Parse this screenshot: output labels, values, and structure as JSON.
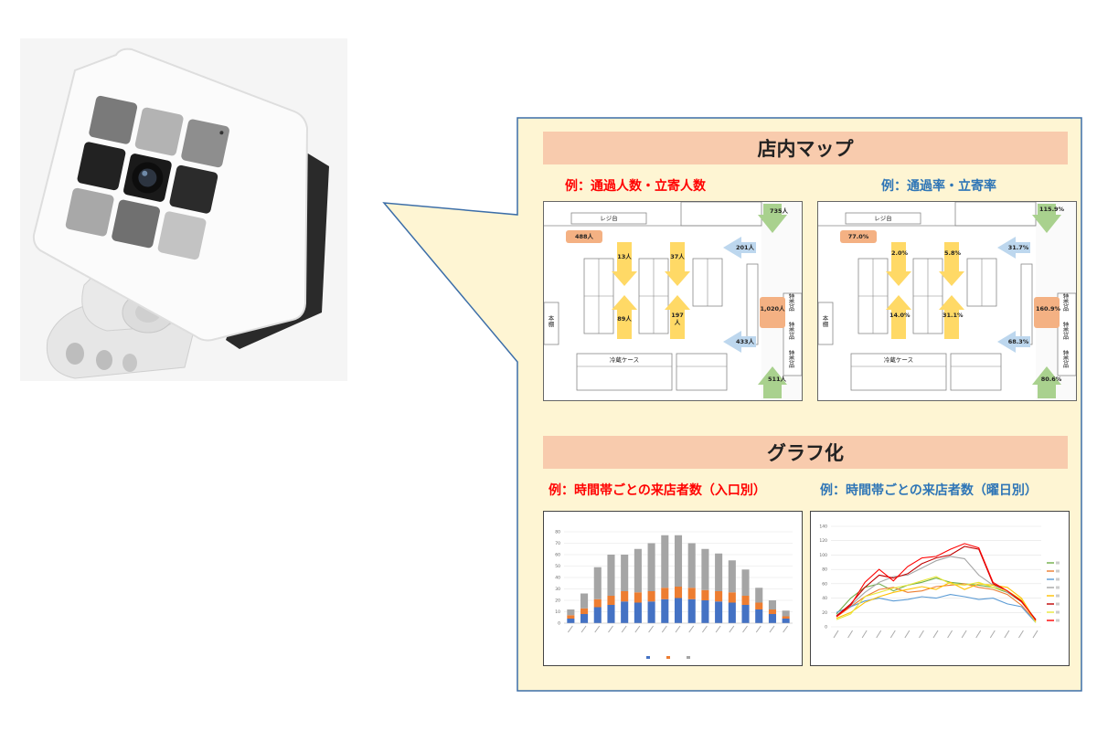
{
  "sections": {
    "map": {
      "title": "店内マップ",
      "left_subtitle": "例：通過人数・立寄人数",
      "right_subtitle": "例：通過率・立寄率"
    },
    "graph": {
      "title": "グラフ化",
      "left_subtitle": "例：時間帯ごとの来店者数（入口別）",
      "right_subtitle": "例：時間帯ごとの来店者数（曜日別）"
    }
  },
  "map_labels": {
    "register": "レジ台",
    "fridge": "冷蔵ケース",
    "bookshelf": "本棚",
    "special": "特売品"
  },
  "map_counts": {
    "entrance_top": "735人",
    "entrance_bottom": "511人",
    "side_box": "1,020人",
    "pink_top": "488人",
    "in_top": "201人",
    "in_bottom": "433人",
    "down_left": "13人",
    "down_right": "37人",
    "up_left": "89人",
    "up_right": "197人"
  },
  "map_rates": {
    "entrance_top": "115.9%",
    "entrance_bottom": "80.6%",
    "side_box": "160.9%",
    "pink_top": "77.0%",
    "in_top": "31.7%",
    "in_bottom": "68.3%",
    "down_left": "2.0%",
    "down_right": "5.8%",
    "up_left": "14.0%",
    "up_right": "31.1%"
  },
  "colors": {
    "banner": "#f8cbad",
    "panel_bg": "#fef5d3",
    "panel_border": "#3c6ea8",
    "yellow_arrow": "#ffd966",
    "blue_arrow": "#bdd7ee",
    "green_arrow": "#a9d18e",
    "pink_box": "#f4b183",
    "bar_blue": "#4472c4",
    "bar_orange": "#ed7d31",
    "bar_gray": "#a5a5a5"
  },
  "chart_data": [
    {
      "type": "bar",
      "stacked": true,
      "ylim": [
        0,
        80
      ],
      "yticks": [
        "0",
        "10",
        "20",
        "30",
        "40",
        "50",
        "60",
        "70",
        "80"
      ],
      "series": [
        {
          "values": [
            4,
            8,
            14,
            16,
            19,
            18,
            19,
            21,
            22,
            21,
            20,
            19,
            18,
            16,
            12,
            8,
            4
          ]
        },
        {
          "values": [
            3,
            5,
            7,
            8,
            9,
            9,
            9,
            10,
            10,
            10,
            9,
            9,
            9,
            8,
            6,
            4,
            2
          ]
        },
        {
          "values": [
            5,
            13,
            28,
            36,
            32,
            38,
            42,
            46,
            45,
            39,
            36,
            33,
            28,
            23,
            13,
            8,
            5
          ]
        }
      ]
    },
    {
      "type": "line",
      "ylim": [
        0,
        140
      ],
      "yticks": [
        "0",
        "20",
        "40",
        "60",
        "80",
        "100",
        "120",
        "140"
      ],
      "series": [
        {
          "color": "#70ad47",
          "values": [
            18,
            40,
            55,
            60,
            50,
            58,
            62,
            68,
            62,
            60,
            58,
            55,
            48,
            35,
            10
          ]
        },
        {
          "color": "#ed7d31",
          "values": [
            14,
            28,
            42,
            52,
            55,
            48,
            50,
            56,
            58,
            60,
            55,
            52,
            45,
            30,
            8
          ]
        },
        {
          "color": "#5b9bd5",
          "values": [
            20,
            28,
            36,
            40,
            36,
            38,
            42,
            40,
            45,
            42,
            38,
            40,
            32,
            28,
            6
          ]
        },
        {
          "color": "#a5a5a5",
          "values": [
            16,
            30,
            48,
            62,
            70,
            72,
            82,
            92,
            98,
            95,
            72,
            58,
            48,
            36,
            10
          ]
        },
        {
          "color": "#ffc000",
          "values": [
            12,
            20,
            34,
            42,
            48,
            52,
            56,
            52,
            62,
            52,
            60,
            58,
            55,
            40,
            8
          ]
        },
        {
          "color": "#c00000",
          "values": [
            15,
            32,
            55,
            72,
            68,
            74,
            88,
            96,
            100,
            112,
            108,
            60,
            50,
            35,
            10
          ]
        },
        {
          "color": "#e8e83a",
          "values": [
            10,
            18,
            42,
            48,
            54,
            58,
            64,
            70,
            60,
            58,
            62,
            55,
            50,
            38,
            6
          ]
        },
        {
          "color": "#ff0000",
          "values": [
            14,
            30,
            62,
            80,
            64,
            84,
            96,
            98,
            108,
            116,
            110,
            62,
            50,
            36,
            9
          ]
        }
      ]
    }
  ]
}
